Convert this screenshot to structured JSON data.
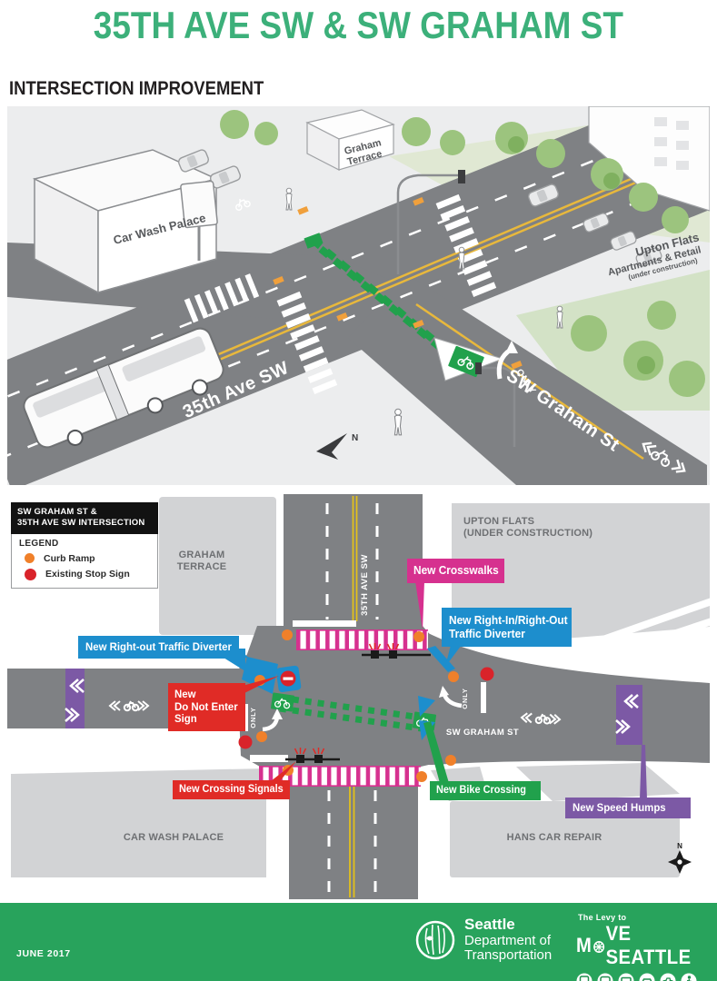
{
  "page": {
    "title": "35TH AVE SW & SW GRAHAM ST",
    "section_heading": "INTERSECTION IMPROVEMENT"
  },
  "colors": {
    "brand_green": "#28a35c",
    "title_green": "#3cb07a",
    "heading_black": "#221f20",
    "road": "#7f8184",
    "building": "#d2d3d5",
    "pink": "#d6318f",
    "blue": "#1d8ecd",
    "red": "#e02b26",
    "stop_red": "#d9232a",
    "orange": "#f0802a",
    "purple": "#7c59a5",
    "green": "#21a14c"
  },
  "illustration": {
    "labels": {
      "car_wash": "Car Wash Palace",
      "graham_line1": "Graham",
      "graham_line2": "Terrace",
      "upton_line1": "Upton Flats",
      "upton_line2": "Apartments & Retail",
      "upton_line3": "(under construction)",
      "street_35th": "35th Ave SW",
      "street_graham": "SW Graham St",
      "only": "ONLY",
      "compass_n": "N"
    }
  },
  "map": {
    "legend": {
      "title_line1": "SW GRAHAM ST &",
      "title_line2": "35TH AVE SW INTERSECTION",
      "heading": "LEGEND",
      "item1": "Curb Ramp",
      "item2": "Existing Stop Sign"
    },
    "places": {
      "nw_line1": "GRAHAM",
      "nw_line2": "TERRACE",
      "ne_line1": "UPTON FLATS",
      "ne_line2": "(UNDER CONSTRUCTION)",
      "sw": "CAR WASH PALACE",
      "se": "HANS CAR REPAIR"
    },
    "streets": {
      "ns": "35TH AVE SW",
      "ew": "SW GRAHAM ST",
      "only": "ONLY"
    },
    "compass_n": "N",
    "callouts": {
      "crosswalks": {
        "line1": "New Crosswalks"
      },
      "right_in_out": {
        "line1": "New Right-In/Right-Out",
        "line2": "Traffic Diverter"
      },
      "right_out": {
        "line1": "New Right-out Traffic Diverter"
      },
      "do_not_enter": {
        "line1": "New",
        "line2": "Do Not Enter",
        "line3": "Sign"
      },
      "crossing_signals": {
        "line1": "New Crossing Signals"
      },
      "bike_crossing": {
        "line1": "New Bike Crossing"
      },
      "speed_humps": {
        "line1": "New Speed Humps"
      }
    }
  },
  "footer": {
    "date": "JUNE 2017",
    "sdot_line1": "Seattle",
    "sdot_line2": "Department of",
    "sdot_line3": "Transportation",
    "levy_tagline": "The Levy to",
    "levy_before": "M",
    "levy_after": "VE SEATTLE",
    "icons": [
      "streetcar-icon",
      "bus-icon",
      "lightrail-icon",
      "car-icon",
      "bike-icon",
      "pedestrian-icon"
    ]
  }
}
